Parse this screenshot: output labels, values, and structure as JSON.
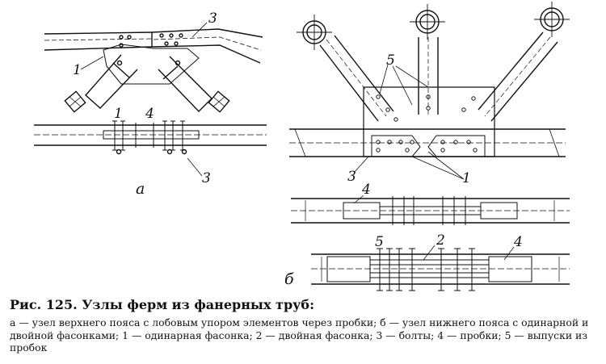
{
  "figure": {
    "caption_title": "Рис. 125. Узлы ферм из фанерных труб:",
    "caption_text": "а — узел верхнего пояса с лобовым упором элементов через пробки; б — узел нижнего пояса с одинарной и двойной фасонками; 1 — одинарная фасонка; 2 — двойная фасонка; 3 — болты; 4 — пробки; 5 — выпуски из пробок"
  },
  "labels": {
    "sub_a": "а",
    "sub_b": "б",
    "n1": "1",
    "n2": "2",
    "n3": "3",
    "n4": "4",
    "n5": "5"
  }
}
